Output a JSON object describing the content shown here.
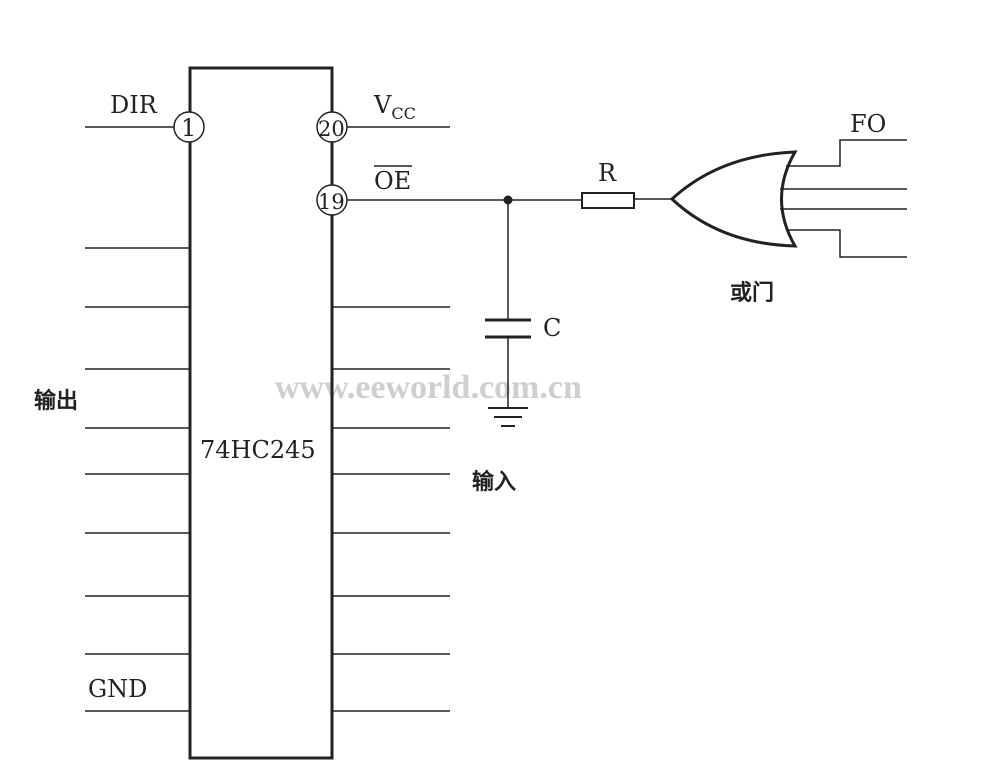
{
  "chip": {
    "name": "74HC245"
  },
  "pins": {
    "dir": "1",
    "vcc": "20",
    "oe": "19"
  },
  "labels": {
    "dir": "DIR",
    "vcc_main": "V",
    "vcc_sub": "CC",
    "oe": "OE",
    "gnd": "GND",
    "resistor": "R",
    "capacitor": "C",
    "fo": "FO",
    "or_gate": "或门",
    "output": "输出",
    "input": "输入"
  },
  "watermark": "www.eeworld.com.cn"
}
